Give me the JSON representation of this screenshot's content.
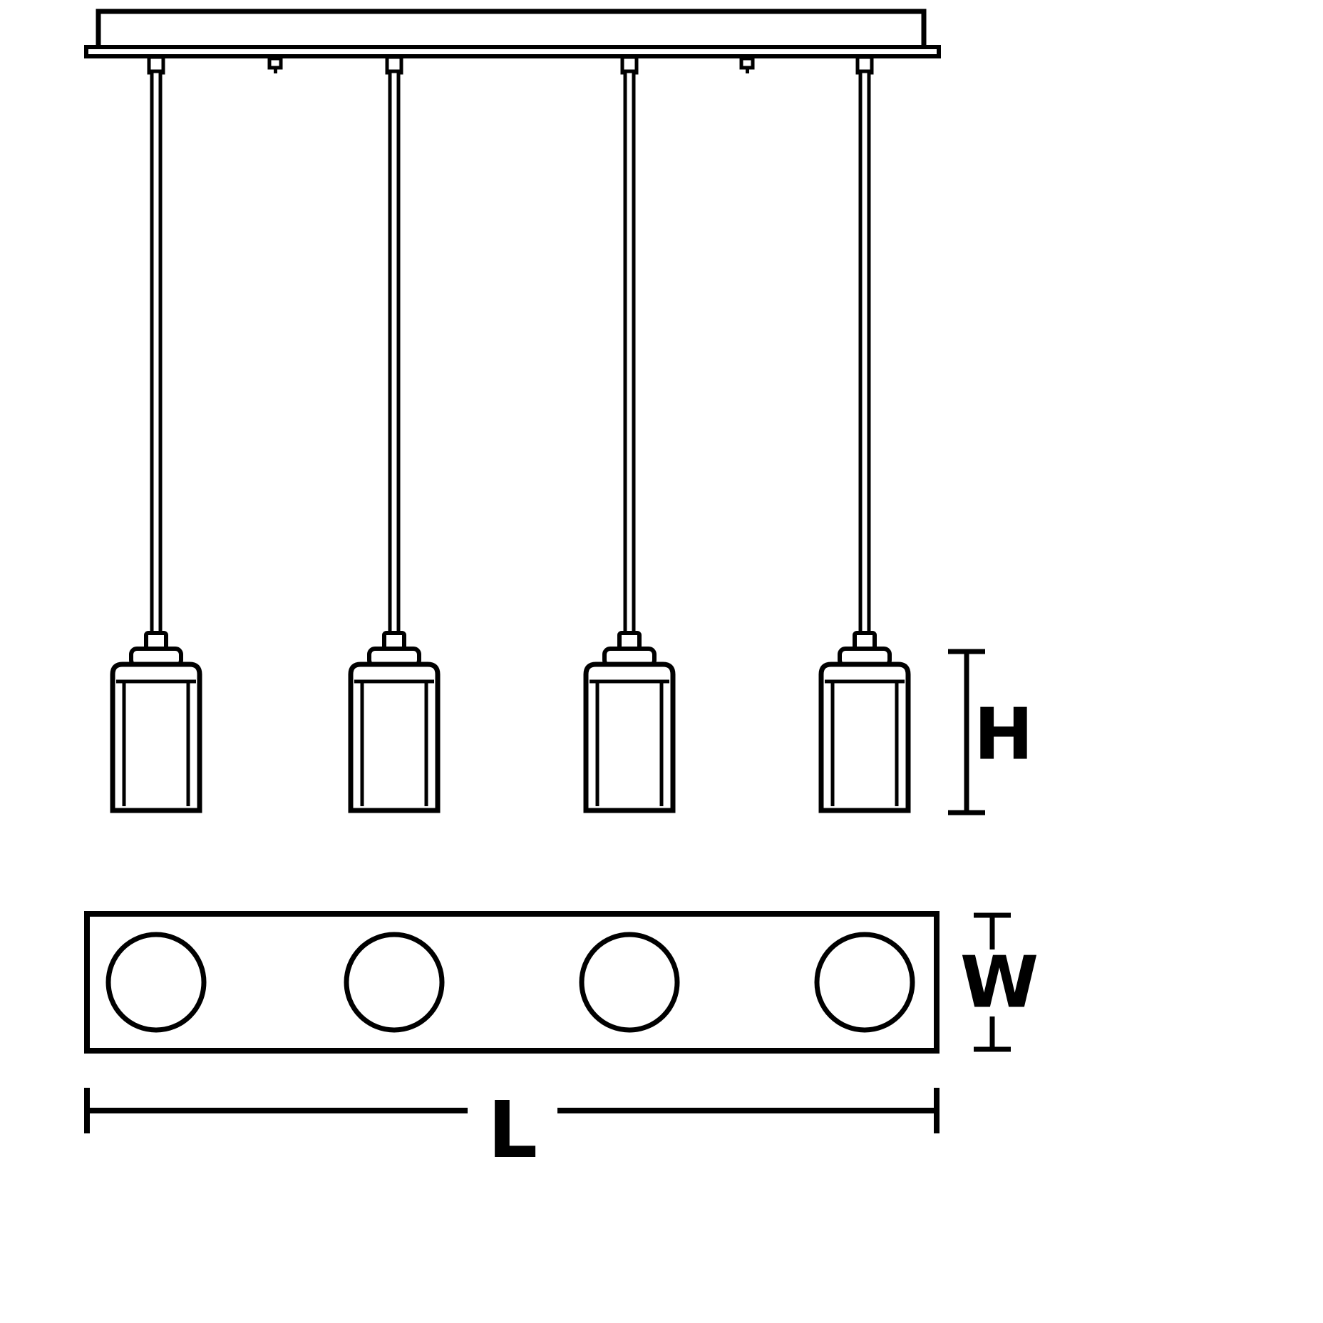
{
  "diagram": {
    "type": "pendant-light-dimension-drawing",
    "views": {
      "front": "four-light linear pendant elevation",
      "plan": "canopy plan with four lamp circles"
    },
    "pendant_count": 4,
    "labels": {
      "height": "H",
      "width": "W",
      "length": "L"
    },
    "colors": {
      "line": "#000000",
      "background": "#ffffff"
    }
  }
}
